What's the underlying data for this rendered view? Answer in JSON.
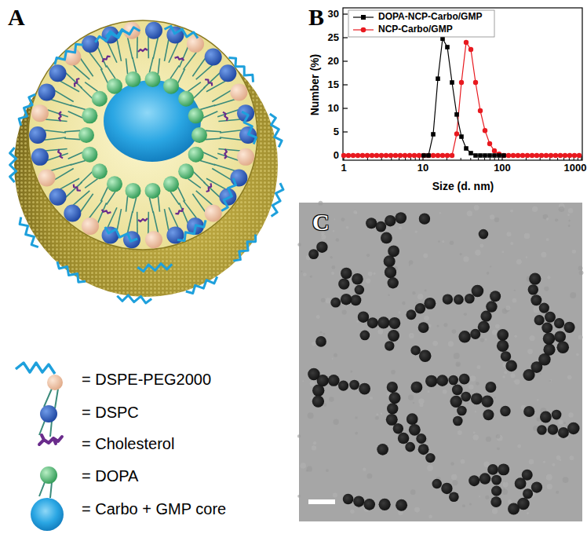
{
  "diagram": {
    "labels": [
      "A",
      "B",
      "C",
      "0",
      "5",
      "10",
      "15",
      "20",
      "25",
      "30",
      "1",
      "10",
      "100",
      "1000",
      "Number (%)",
      "Size (d. nm)"
    ],
    "legend": [
      {
        "text": "= DSPE-PEG2000"
      },
      {
        "text": "= DSPC"
      },
      {
        "text": "= Cholesterol"
      },
      {
        "text": "= DOPA"
      },
      {
        "text": "= Carbo + GMP core"
      },
      {
        "text": "DOPA-NCP-Carbo/GMP"
      },
      {
        "text": "NCP-Carbo/GMP"
      }
    ]
  }
}
